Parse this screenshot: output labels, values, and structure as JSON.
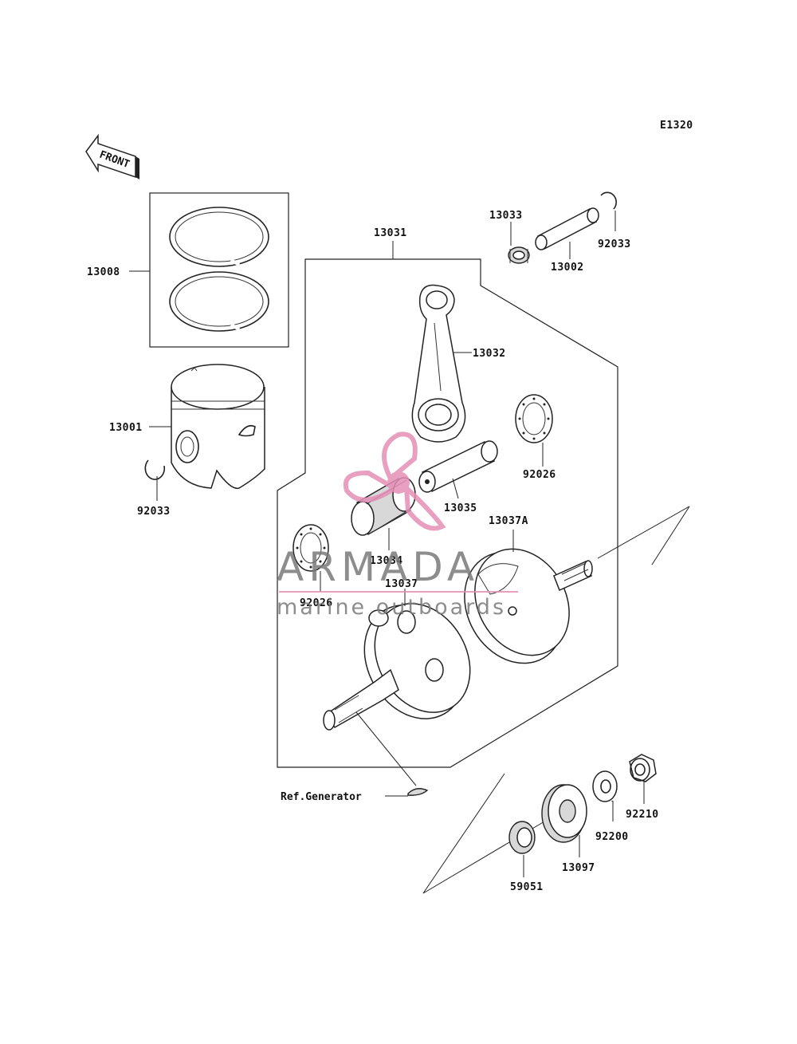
{
  "diagram_code": "E1320",
  "front_label": "FRONT",
  "ref_generator": "Ref.Generator",
  "parts": {
    "p13008": "13008",
    "p13001": "13001",
    "p92033_piston": "92033",
    "p13031": "13031",
    "p13033": "13033",
    "p13002": "13002",
    "p92033_pin": "92033",
    "p13032": "13032",
    "p92026_right": "92026",
    "p13035": "13035",
    "p13034": "13034",
    "p13037A": "13037A",
    "p92026_left": "92026",
    "p13037": "13037",
    "p92210": "92210",
    "p92200": "92200",
    "p13097": "13097",
    "p59051": "59051"
  },
  "watermark": {
    "brand": "ARMADA",
    "tagline": "marine outboards",
    "colors": {
      "logo": "#e58fb6",
      "text": "#7a7a7a"
    }
  }
}
